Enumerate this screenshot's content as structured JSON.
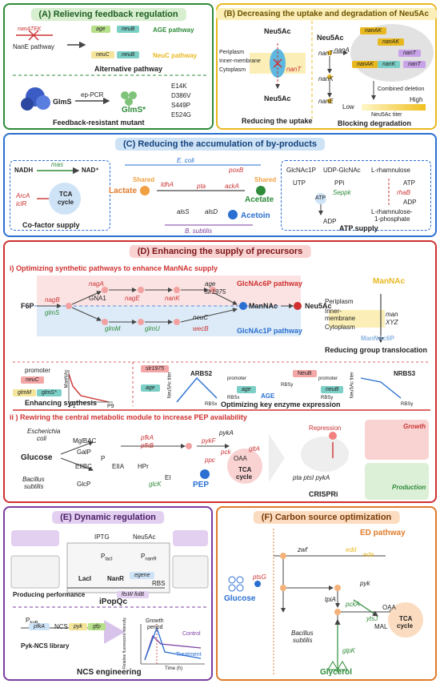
{
  "colors": {
    "green": "#2e8b3a",
    "yellow": "#e8b820",
    "blue": "#2a6fd1",
    "red": "#d03030",
    "purple": "#7b3fa0",
    "orange": "#e07b2a"
  },
  "panelA": {
    "title": "(A) Relieving feedback regulation",
    "nanatek": "nanATEK",
    "nanE_pathway": "NanE pathway",
    "age": "age",
    "neuB": "neuB",
    "age_pathway": "AGE pathway",
    "neuC": "neuC",
    "neuB2": "neuB",
    "neuc_pathway": "NeuC pathway",
    "alternative": "Alternative pathway",
    "glms": "GlmS",
    "ep_pcr": "ep-PCR",
    "glms_star": "GlmS*",
    "mutations": [
      "E14K",
      "D386V",
      "S449P",
      "E524G"
    ],
    "feedback_resistant": "Feedback-resistant mutant"
  },
  "panelB": {
    "title": "(B) Decreasing the uptake and degradation of Neu5Ac",
    "neu5ac_top": "Neu5Ac",
    "periplasm": "Periplasm",
    "inner_membrane": "Inner-membrane",
    "cytoplasm": "Cytoplasm",
    "nanT": "nanT",
    "neu5ac_bottom": "Neu5Ac",
    "reducing_uptake": "Reducing the uptake",
    "neu5ac2": "Neu5Ac",
    "nanT2": "nanT",
    "nanA": "nanA",
    "nanK": "nanK",
    "nanE": "nanE",
    "nanAK1": "nanAK",
    "nanAK2": "nanAK",
    "nanT3": "nanT",
    "nanAK3": "nanAK",
    "nanK2": "nanK",
    "nanT4": "nanT",
    "combined_deletion": "Combined deletion",
    "low": "Low",
    "high": "High",
    "titer": "Neu5Ac titer",
    "blocking_degradation": "Blocking degradation"
  },
  "panelC": {
    "title": "(C) Reducing the accumulation of by-products",
    "nadh": "NADH",
    "mas": "mas",
    "nad": "NAD⁺",
    "arca": "ArcA",
    "iclr": "iclR",
    "tca": "TCA",
    "cycle": "cycle",
    "cofactor": "Co-factor supply",
    "shared_left": "Shared",
    "ecoli": "E. coli",
    "poxb": "poxB",
    "ldha": "ldhA",
    "pta": "pta",
    "acka": "ackA",
    "shared_right": "Shared",
    "lactate": "Lactate",
    "acetate": "Acetate",
    "alss": "alsS",
    "alsd": "alsD",
    "acetoin": "Acetoin",
    "bsubtilis": "B. subtilis",
    "glcnac1p": "GlcNAc1P",
    "udpglcnac": "UDP-GlcNAc",
    "utp": "UTP",
    "ppi": "PPi",
    "seppk": "Seppk",
    "atp1": "ATP",
    "adp1": "ADP",
    "lrham": "L-rhamnulose",
    "atp2": "ATP",
    "rhab": "rhaB",
    "adp2": "ADP",
    "lrham1p": "L-rhamnulose-",
    "lrham1p_b": "1-phosphate",
    "atp_supply": "ATP supply"
  },
  "panelD": {
    "title": "(D) Enhancing the supply of precursors",
    "sub1": "i) Optimizing synthetic pathways to enhance ManNAc supply",
    "glcnac6p": "GlcNAc6P pathway",
    "glcnac1p": "GlcNAc1P pathway",
    "f6p": "F6P",
    "nagB": "nagB",
    "glmS": "glmS",
    "nagA": "nagA",
    "gna1": "GNA1",
    "nagE": "nagE",
    "nanK": "nanK",
    "age": "age",
    "slr1975": "slr1975",
    "mannac": "ManNAc",
    "neu5ac": "Neu5Ac",
    "glmM": "glmM",
    "glmU": "glmU",
    "neuC": "neuC",
    "wecB": "wecB",
    "mannac_right": "ManNAc",
    "periplasm": "Periplasm",
    "inner": "Inner-",
    "membrane": "membrane",
    "cytoplasm": "Cytoplasm",
    "man": "man",
    "xyz": "XYZ",
    "mannac6p": "ManNAc6P",
    "group_translocation": "Reducing group translocation",
    "promoter": "promoter",
    "neuC_box": "neuC",
    "glmM_box": "glmM",
    "glmS_box": "glmS*",
    "mannac_axis": "ManNAc",
    "p1": "P1",
    "p9": "P9",
    "enhancing": "Enhancing synthesis",
    "slr1975_2": "slr1975",
    "age2": "age",
    "arbs2": "ARBS2",
    "neu5ac_titer": "Neu5Ac titer",
    "rbsx": "RBSx",
    "rbsx2": "RBSx",
    "promoter2": "promoter",
    "age3": "age",
    "age_icon": "AGE",
    "neub": "NeuB",
    "rbsy": "RBSy",
    "promoter3": "promoter",
    "neub_gene": "neuB",
    "rbsy2": "RBSy",
    "nrbs3": "NRBS3",
    "rbsy3": "RBSy",
    "neu5ac_titer2": "Neu5Ac titer",
    "optimizing": "Optimizing key enzyme expression",
    "sub2": "ii ) Rewiring the central metabolic module to increase PEP availability",
    "ecoli": "Escherichia",
    "coli": "coli",
    "mglbac": "MglBAC",
    "galp": "GalP",
    "glucose": "Glucose",
    "eiibc": "EIIBC",
    "eiia": "EIIA",
    "hpr": "HPr",
    "ei": "EI",
    "p": "P",
    "bsub": "Bacillus",
    "subtilis": "subtilis",
    "glcp": "GlcP",
    "glck": "glcK",
    "pfka": "pfkA",
    "pfkb": "pfkB",
    "pyka": "pykA",
    "pykf": "pykF",
    "pck": "pck",
    "ppc": "ppc",
    "glta": "gltA",
    "oaa": "OAA",
    "tca": "TCA",
    "cycle": "cycle",
    "pep": "PEP",
    "repression": "Repression",
    "operon": "pta ptsI pykA",
    "crispri": "CRISPRi",
    "growth": "Growth",
    "production": "Production"
  },
  "panelE": {
    "title": "(E) Dynamic regulation",
    "iptg": "IPTG",
    "neu5ac": "Neu5Ac",
    "placi": "P",
    "placi_sub": "lacI",
    "pnanr": "P",
    "pnanr_sub": "nanR",
    "laci": "LacI",
    "nanr": "NanR",
    "egene": "egene",
    "rbs": "RBS",
    "ftsw": "ftsW folB",
    "producing": "Producing performance",
    "ipopqc": "iPopQc",
    "psdh": "P",
    "psdh_sub": "folB",
    "pfka": "pfkA",
    "ncs": "NCS",
    "pyk": "pyk",
    "gfp": "gfp",
    "library": "Pyk-NCS library",
    "growth_period": "Growth",
    "period": "period",
    "control": "Control",
    "treatment": "Treatment",
    "yaxis": "Relative fluorescent intensity",
    "xaxis": "Time (h)",
    "ncs_eng": "NCS engineering"
  },
  "panelF": {
    "title": "(F) Carbon source optimization",
    "ed": "ED pathway",
    "zwf": "zwf",
    "edd": "edd",
    "eda": "eda",
    "ptsg": "ptsG",
    "glucose": "Glucose",
    "tpia": "tpiA",
    "pyk": "pyk",
    "pcka": "pckA",
    "ytsj": "ytsJ",
    "oaa": "OAA",
    "mal": "MAL",
    "tca": "TCA",
    "cycle": "cycle",
    "bsub": "Bacillus",
    "subtilis": "subtilis",
    "glpk": "glpK",
    "glycerol": "Glycerol"
  }
}
